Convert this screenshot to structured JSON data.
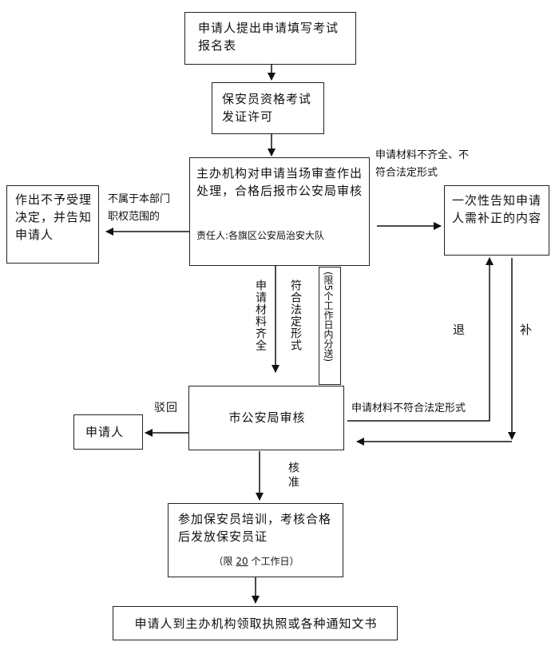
{
  "boxes": {
    "apply": "申请人提出申请填写考试报名表",
    "license": "保安员资格考试发证许可",
    "review_main": "主办机构对申请当场审查作出处理，合格后报市公安局审核",
    "review_person": "责任人:各旗区公安局治安大队",
    "reject": "作出不予受理决定，并告知申请人",
    "notify": "一次性告知申请人需补正的内容",
    "city_review": "市公安局审核",
    "applicant": "申请人",
    "training": "参加保安员培训，考核合格后发放保安员证",
    "training_limit_pre": "（限 ",
    "training_limit_num": "20",
    "training_limit_post": " 个工作日）",
    "final": "申请人到主办机构领取执照或各种通知文书"
  },
  "labels": {
    "not_in_scope": "不属于本部门职权范围的",
    "incomplete": "申请材料不齐全、不符合法定形式",
    "complete_col1": "申请材料齐全",
    "complete_col2": "符合法定形式",
    "deadline5": "(限5个工作日内分送)",
    "reject_back": "驳回",
    "not_compliant": "申请材料不符合法定形式",
    "return": "退",
    "supplement": "补",
    "approve": "核准"
  }
}
